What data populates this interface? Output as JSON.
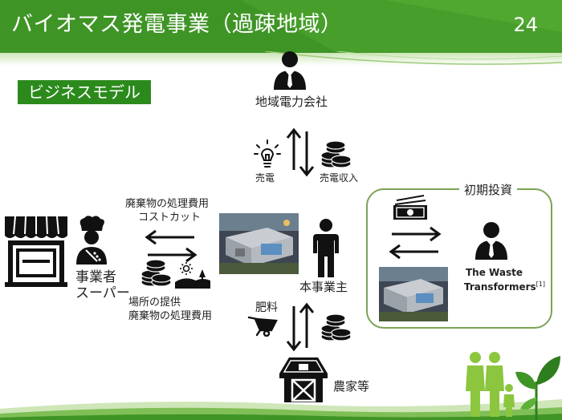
{
  "slide": {
    "title": "バイオマス発電事業（過疎地域）",
    "page_number": "24",
    "tag": "ビジネスモデル"
  },
  "diagram": {
    "power_company": "地域電力会社",
    "sell_power": "売電",
    "power_revenue": "売電収入",
    "waste_cost_line1": "廃棄物の処理費用",
    "waste_cost_line2": "コストカット",
    "merchants_line1": "事業者",
    "merchants_line2": "スーパー",
    "provide_line1": "場所の提供",
    "provide_line2": "廃棄物の処理費用",
    "operator": "本事業主",
    "initial_investment": "初期投資",
    "investor_line1": "The Waste",
    "investor_line2": "Transformers",
    "investor_ref": "[1]",
    "fertilizer": "肥料",
    "farmers": "農家等"
  },
  "colors": {
    "header_green": "#3f9426",
    "tag_green": "#2c8a1d",
    "box_border": "#7aa356",
    "icon_black": "#111111"
  },
  "icons": [
    "businessman-icon",
    "lightbulb-icon",
    "coins-icon",
    "store-icon",
    "chef-icon",
    "person-icon",
    "banknotes-icon",
    "wheelbarrow-icon",
    "barn-icon",
    "landscape-icon",
    "family-icon",
    "plant-icon"
  ]
}
